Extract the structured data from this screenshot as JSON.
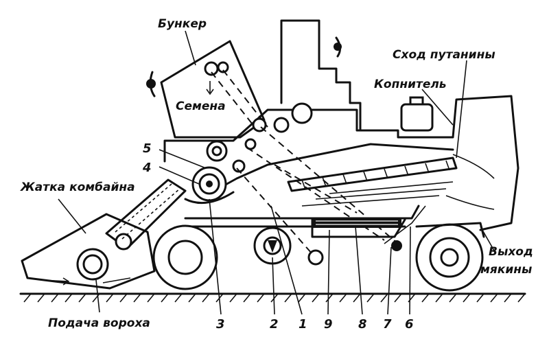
{
  "labels": {
    "bunker": "Бункер",
    "seeds": "Семена",
    "tangle_exit": "Сход путанины",
    "accumulator": "Копнитель",
    "header": "Жатка комбайна",
    "chaff_exit_line1": "Выход",
    "chaff_exit_line2": "мякины",
    "heap_feed": "Подача вороха"
  },
  "numbers": {
    "n5": "5",
    "n4": "4",
    "n3": "3",
    "n2": "2",
    "n1": "1",
    "n9": "9",
    "n8": "8",
    "n7": "7",
    "n6": "6"
  },
  "colors": {
    "ink": "#111111",
    "paper": "#ffffff"
  }
}
